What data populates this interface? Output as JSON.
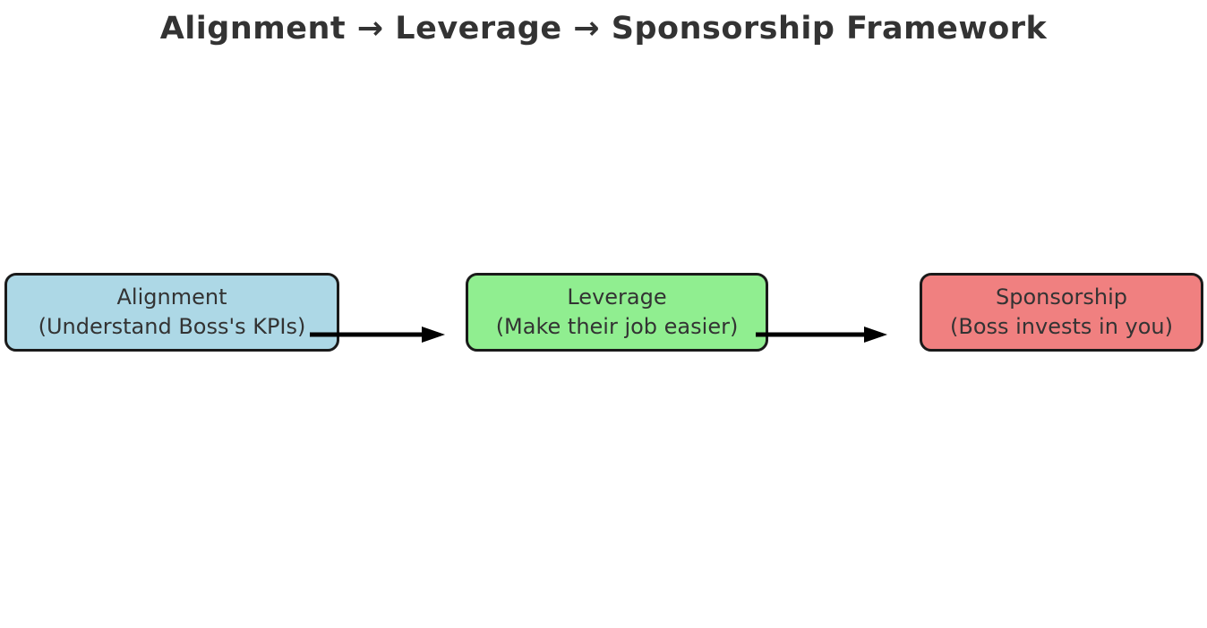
{
  "title": "Alignment → Leverage → Sponsorship Framework",
  "diagram": {
    "nodes": [
      {
        "id": "alignment",
        "lines": [
          "Alignment",
          "(Understand Boss's KPIs)"
        ],
        "fill": "#ADD8E6"
      },
      {
        "id": "leverage",
        "lines": [
          "Leverage",
          "(Make their job easier)"
        ],
        "fill": "#90EE90"
      },
      {
        "id": "sponsorship",
        "lines": [
          "Sponsorship",
          "(Boss invests in you)"
        ],
        "fill": "#F08080"
      }
    ],
    "arrows": [
      {
        "from": "alignment",
        "to": "leverage"
      },
      {
        "from": "leverage",
        "to": "sponsorship"
      }
    ],
    "colors": {
      "border": "#1a1a1a",
      "text": "#333333",
      "title_text": "#333333",
      "arrow": "#000000",
      "background": "#ffffff"
    }
  }
}
